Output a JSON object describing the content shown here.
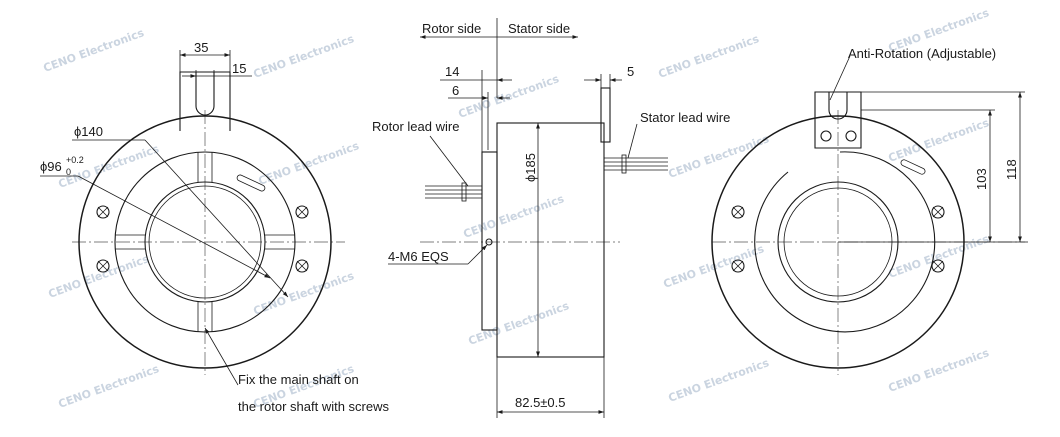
{
  "labels": {
    "dim_35": "35",
    "dim_15": "15",
    "dim_140": "ϕ140",
    "dim_96": "ϕ96",
    "dim_96_tol_upper": "+0.2",
    "dim_96_tol_lower": "0",
    "fix_note_line1": "Fix the main shaft on",
    "fix_note_line2": "the rotor shaft with screws",
    "rotor_side": "Rotor side",
    "stator_side": "Stator side",
    "dim_14": "14",
    "dim_6": "6",
    "dim_5": "5",
    "rotor_lead_wire": "Rotor lead wire",
    "stator_lead_wire": "Stator lead wire",
    "dim_185": "ϕ185",
    "thread_note": "4-M6  EQS",
    "dim_length": "82.5±0.5",
    "anti_rotation": "Anti-Rotation (Adjustable)",
    "dim_103": "103",
    "dim_118": "118"
  },
  "watermark": {
    "text": "CENO Electronics",
    "color": "#b9c6d6"
  }
}
